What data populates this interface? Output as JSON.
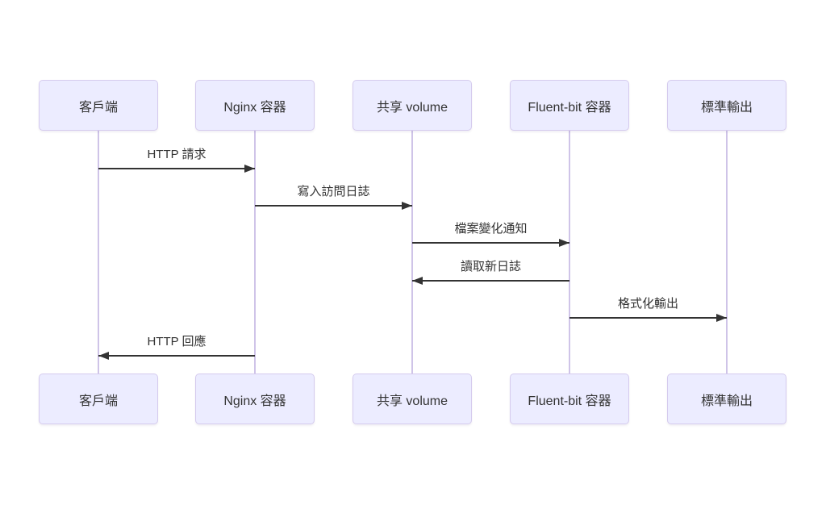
{
  "diagram": {
    "type": "sequence-diagram",
    "actors": [
      {
        "label": "客戶端"
      },
      {
        "label": "Nginx 容器"
      },
      {
        "label": "共享 volume"
      },
      {
        "label": "Fluent-bit 容器"
      },
      {
        "label": "標準輸出"
      }
    ],
    "messages": [
      {
        "label": "HTTP 請求",
        "from": "客戶端",
        "to": "Nginx 容器",
        "direction": "right"
      },
      {
        "label": "寫入訪問日誌",
        "from": "Nginx 容器",
        "to": "共享 volume",
        "direction": "right"
      },
      {
        "label": "檔案變化通知",
        "from": "共享 volume",
        "to": "Fluent-bit 容器",
        "direction": "right"
      },
      {
        "label": "讀取新日誌",
        "from": "Fluent-bit 容器",
        "to": "共享 volume",
        "direction": "left"
      },
      {
        "label": "格式化輸出",
        "from": "Fluent-bit 容器",
        "to": "標準輸出",
        "direction": "right"
      },
      {
        "label": "HTTP 回應",
        "from": "Nginx 容器",
        "to": "客戶端",
        "direction": "left"
      }
    ],
    "colors": {
      "actor_fill": "#ECECFF",
      "actor_border": "#D5CBEE",
      "lifeline": "#CFC4E8",
      "arrow": "#333333",
      "text": "#333333",
      "background": "#FFFFFF"
    }
  }
}
